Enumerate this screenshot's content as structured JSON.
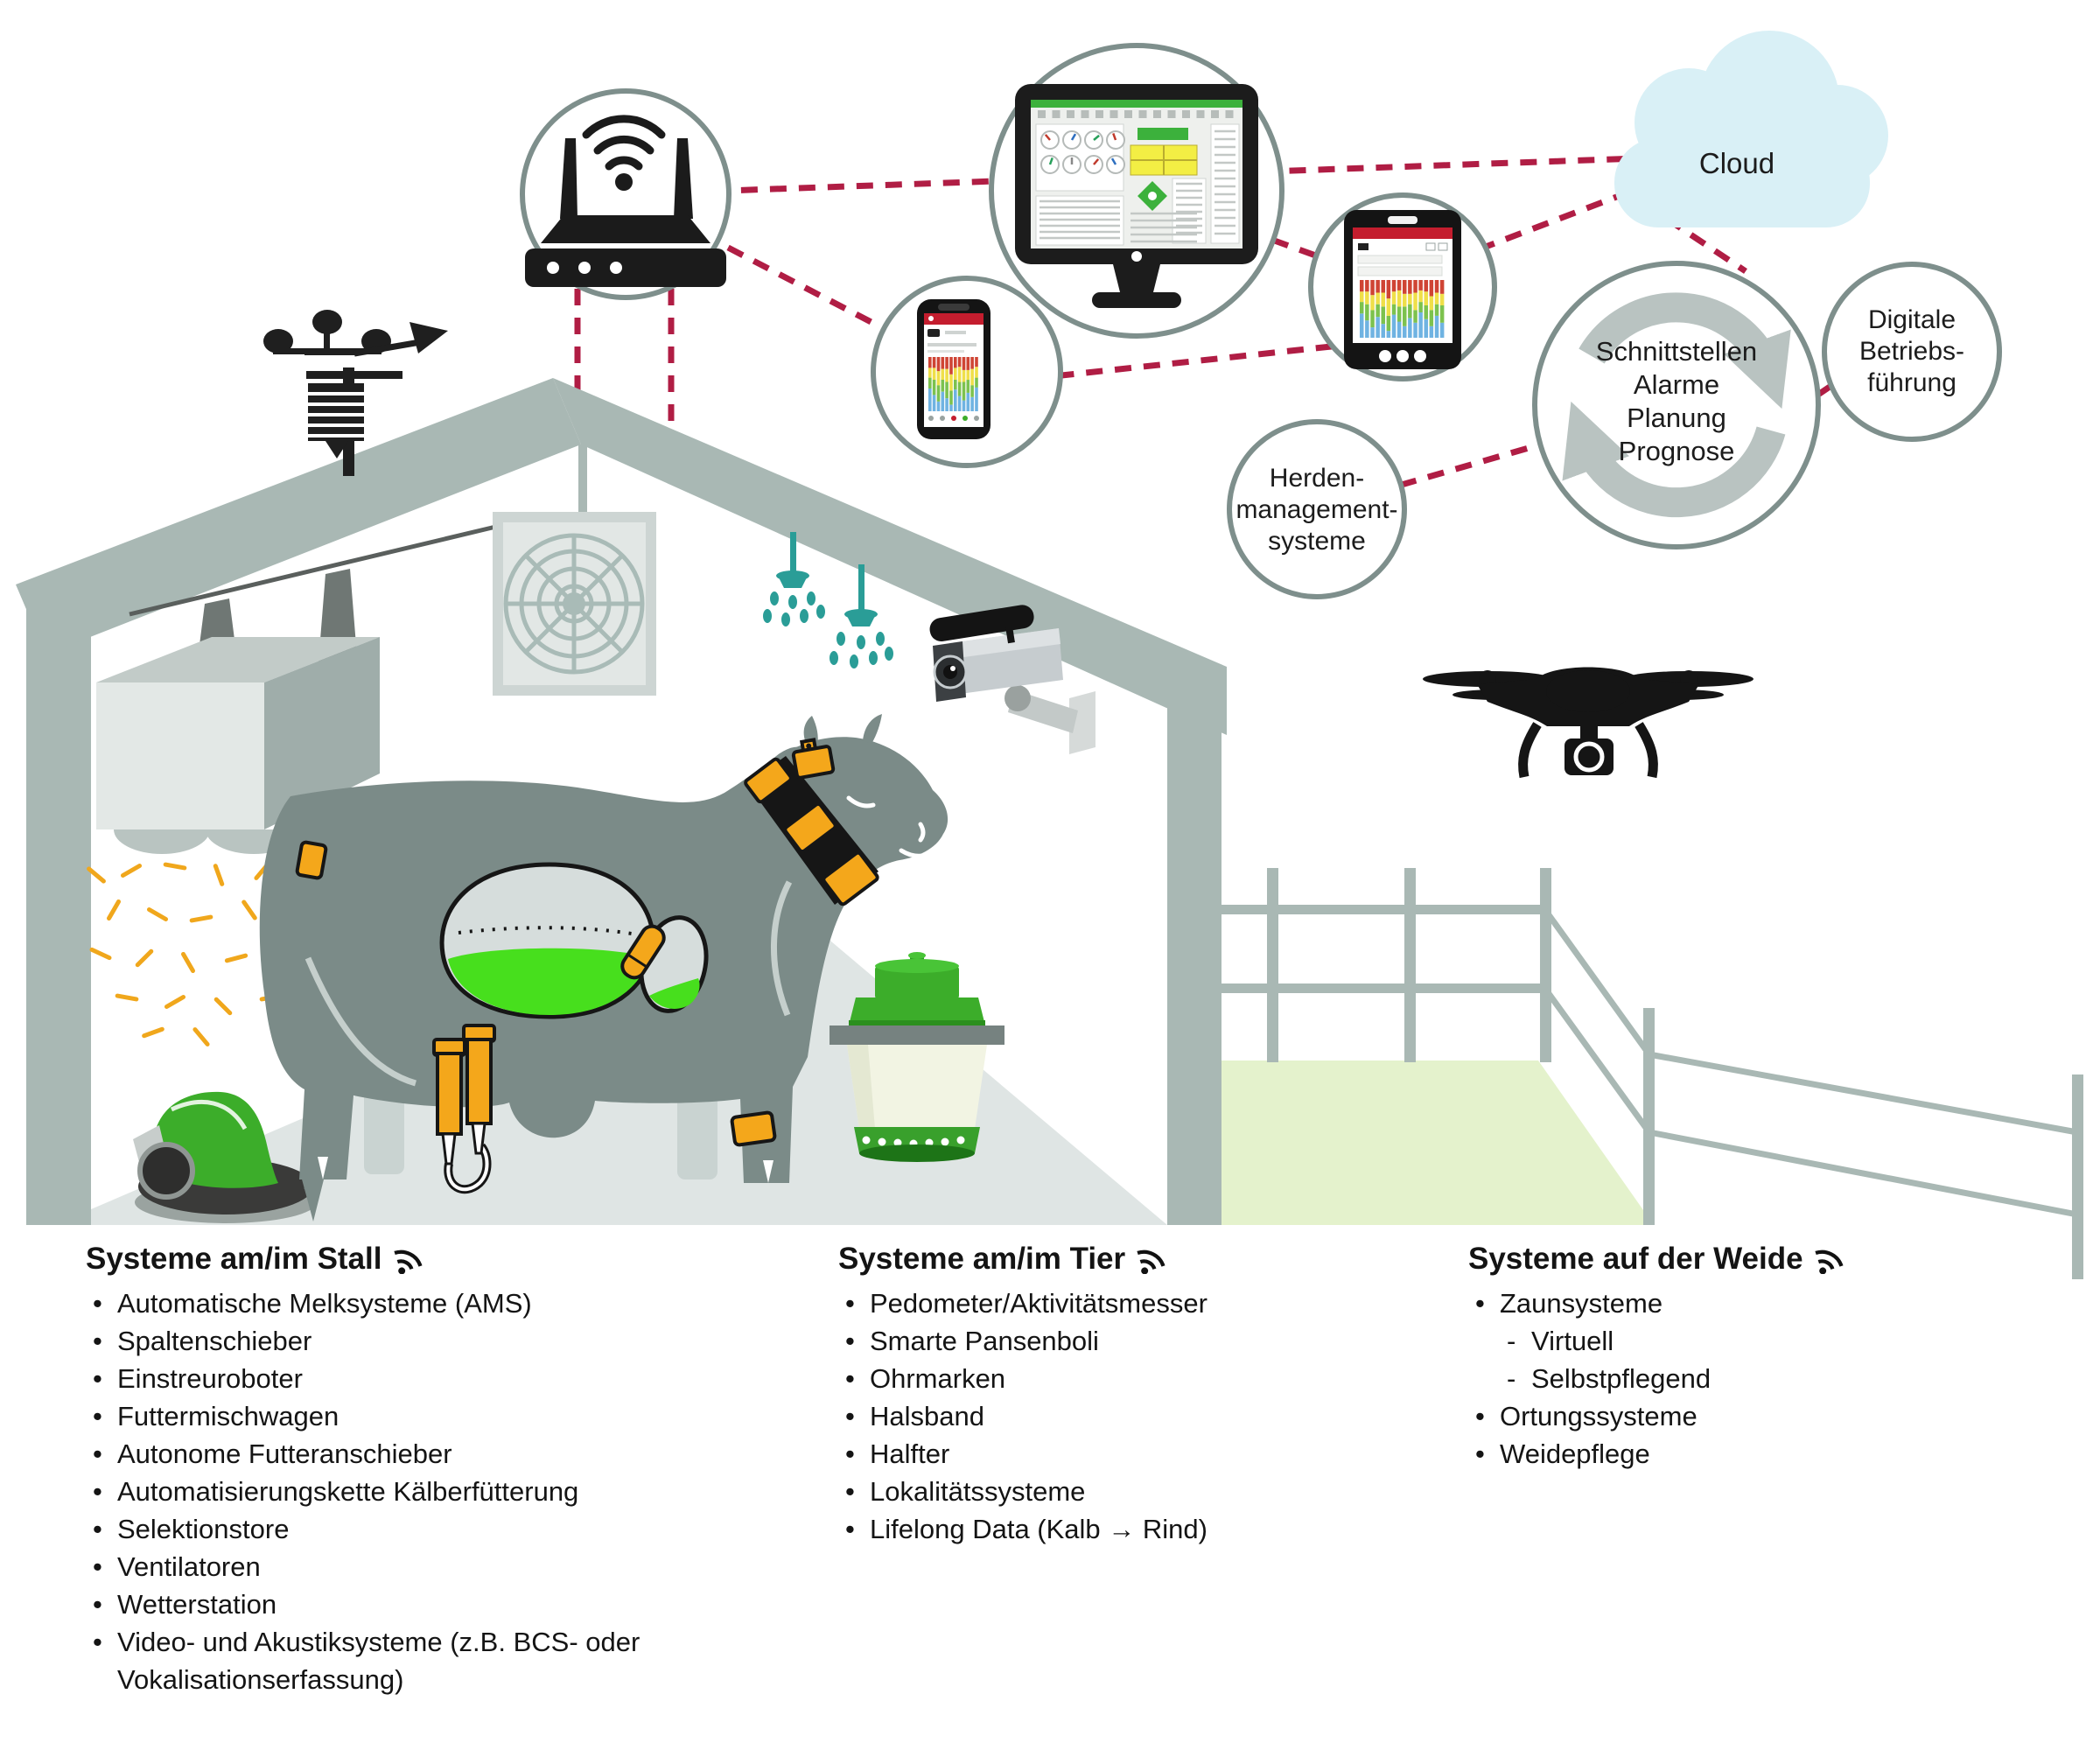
{
  "network": {
    "cloud": "Cloud",
    "herden": [
      "Herden-",
      "management-",
      "systeme"
    ],
    "schnittstellen": [
      "Schnittstellen",
      "Alarme",
      "Planung",
      "Prognose"
    ],
    "digitale": [
      "Digitale",
      "Betriebs-",
      "führung"
    ]
  },
  "lists": {
    "stall": {
      "title": "Systeme am/im Stall",
      "items": [
        "Automatische Melksysteme (AMS)",
        "Spaltenschieber",
        "Einstreuroboter",
        "Futtermischwagen",
        "Autonome Futteranschieber",
        "Automatisierungskette Kälberfütterung",
        "Selektionstore",
        "Ventilatoren",
        "Wetterstation",
        "Video- und Akustiksysteme (z.B. BCS- oder Vokalisationserfassung)"
      ]
    },
    "tier": {
      "title": "Systeme am/im Tier",
      "items": [
        "Pedometer/Aktivitätsmesser",
        "Smarte Pansenboli",
        "Ohrmarken",
        "Halsband",
        "Halfter",
        "Lokalitätssysteme",
        "Lifelong Data (Kalb → Rind)"
      ]
    },
    "weide": {
      "title": "Systeme auf der Weide",
      "items": [
        {
          "label": "Zaunsysteme",
          "sub": [
            "Virtuell",
            "Selbstpflegend"
          ]
        },
        {
          "label": "Ortungssysteme",
          "sub": []
        },
        {
          "label": "Weidepflege",
          "sub": []
        }
      ]
    }
  },
  "colors": {
    "accent_dash": "#b01d44",
    "circle_stroke": "#7e8f8c",
    "cloud_fill": "#d9f0f6",
    "barn_gray": "#a9b8b4",
    "pasture_green": "#e4f2cc",
    "device_orange": "#f4a71b",
    "highlight_green": "#3cad2a",
    "app_red": "#c41d2e"
  }
}
